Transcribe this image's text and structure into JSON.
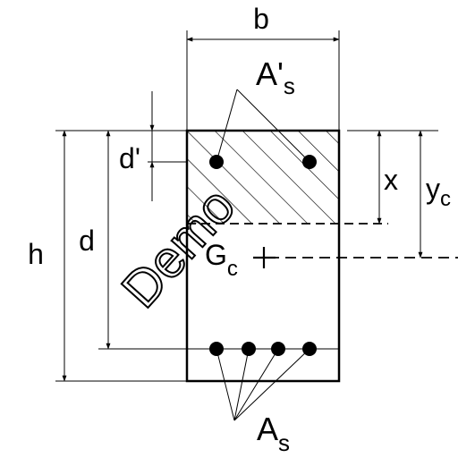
{
  "labels": {
    "b": "b",
    "h": "h",
    "d": "d",
    "d_prime": "d'",
    "x": "x",
    "y_main": "y",
    "y_sub": "c",
    "as_top_main": "A'",
    "as_top_sub": "s",
    "as_bot_main": "A",
    "as_bot_sub": "s",
    "gc_main": "G",
    "gc_sub": "c"
  },
  "watermark": "Demo",
  "colors": {
    "stroke": "#000000",
    "background": "#ffffff"
  }
}
